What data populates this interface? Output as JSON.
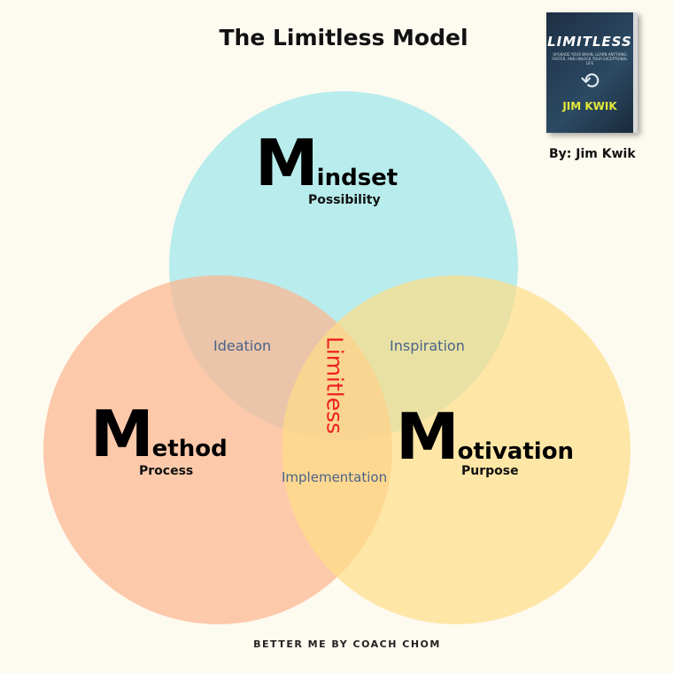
{
  "title": "The Limitless Model",
  "book": {
    "title": "LIMITLESS",
    "subtitle": "UPGRADE YOUR BRAIN, LEARN ANYTHING FASTER, AND UNLOCK YOUR EXCEPTIONAL LIFE",
    "author": "JIM KWIK",
    "byline": "By: Jim Kwik"
  },
  "circles": {
    "mindset": {
      "initial": "M",
      "rest": "indset",
      "sub": "Possibility",
      "color": "#b9ecec"
    },
    "method": {
      "initial": "M",
      "rest": "ethod",
      "sub": "Process",
      "color": "#fcc09c"
    },
    "motivation": {
      "initial": "M",
      "rest": "otivation",
      "sub": "Purpose",
      "color": "#fde69c"
    }
  },
  "overlaps": {
    "mindset_method": "Ideation",
    "mindset_motivation": "Inspiration",
    "method_motivation": "Implementation",
    "center": "Limitless"
  },
  "footer": "BETTER ME BY COACH CHOM"
}
